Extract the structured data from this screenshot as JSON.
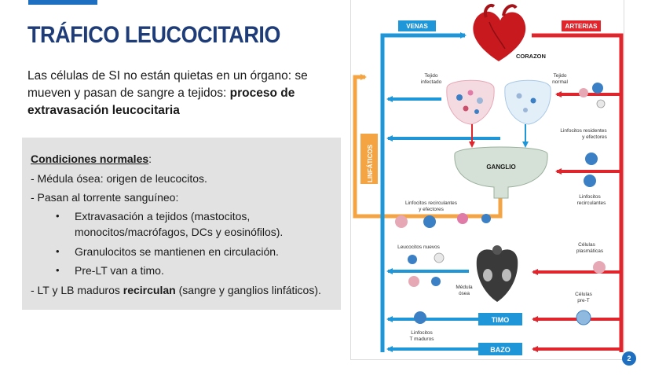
{
  "slide": {
    "title": "TRÁFICO LEUCOCITARIO",
    "intro_part1": "Las células de SI no están quietas en un órgano: se mueven y pasan de sangre a tejidos: ",
    "intro_bold": "proceso de extravasación leucocitaria",
    "page_number": "2"
  },
  "conditions": {
    "heading": "Condiciones normales",
    "heading_suffix": ":",
    "line1": "- Médula ósea: origen de leucocitos.",
    "line2": "- Pasan al torrente sanguíneo:",
    "bullet_char": "•",
    "bullets": [
      "Extravasación a tejidos (mastocitos,",
      "monocitos/macrófagos, DCs y eosinófilos).",
      "Granulocitos se mantienen en circulación.",
      "Pre-LT van a timo."
    ],
    "line3_pre": "- LT y LB maduros ",
    "line3_bold": "recirculan",
    "line3_post": " (sangre y ganglios linfáticos)."
  },
  "diagram": {
    "venas": "VENAS",
    "arterias": "ARTERIAS",
    "corazon": "CORAZON",
    "tejido_infectado_1": "Tejido",
    "tejido_infectado_2": "infectado",
    "tejido_normal_1": "Tejido",
    "tejido_normal_2": "normal",
    "linfocitos_residentes_1": "Linfocitos residentes",
    "linfocitos_residentes_2": "y efectores",
    "ganglio": "GANGLIO",
    "linfaticos": "LINFÁTICOS",
    "linfocitos_recirculantes_right_1": "Linfocitos",
    "linfocitos_recirculantes_right_2": "recirculantes",
    "linfocitos_recirculantes_left_1": "Linfocitos recirculantes",
    "linfocitos_recirculantes_left_2": "y efectores",
    "leucocitos_nuevos": "Leucocitos nuevos",
    "celulas_plasmaticas_1": "Células",
    "celulas_plasmaticas_2": "plasmáticas",
    "medula_osea_1": "Médula",
    "medula_osea_2": "ósea",
    "celulas_pre_t_1": "Células",
    "celulas_pre_t_2": "pre-T",
    "timo": "TIMO",
    "linfocitos_t_maduros_1": "Linfocitos",
    "linfocitos_t_maduros_2": "T maduros",
    "bazo": "BAZO",
    "colors": {
      "vein": "#1e96d8",
      "artery": "#e0262c",
      "lymph": "#f5a443",
      "title": "#1d3c78",
      "accent": "#1f6fc1"
    }
  }
}
